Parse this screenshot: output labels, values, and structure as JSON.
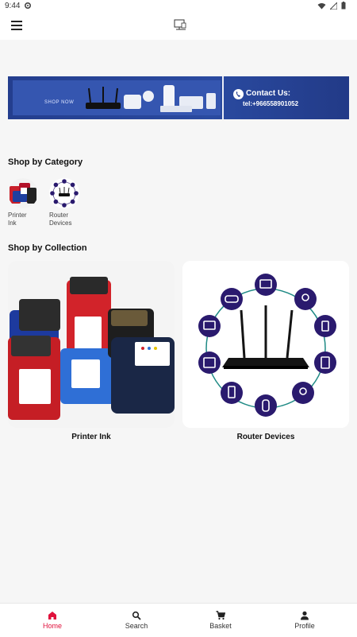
{
  "status": {
    "time": "9:44"
  },
  "banner": {
    "shop_now": "SHOP NOW",
    "contact": "Contact Us:",
    "tel": "tel:+966558901052"
  },
  "categories": {
    "title": "Shop by Category",
    "items": [
      {
        "label_line1": "Printer",
        "label_line2": "Ink"
      },
      {
        "label_line1": "Router",
        "label_line2": "Devices"
      }
    ]
  },
  "collections": {
    "title": "Shop by Collection",
    "items": [
      {
        "label": "Printer Ink"
      },
      {
        "label": "Router Devices"
      }
    ]
  },
  "bottom_nav": {
    "items": [
      {
        "label": "Home",
        "icon": "home-icon",
        "active": true
      },
      {
        "label": "Search",
        "icon": "search-icon"
      },
      {
        "label": "Basket",
        "icon": "cart-icon"
      },
      {
        "label": "Profile",
        "icon": "person-icon"
      }
    ]
  },
  "colors": {
    "accent": "#e0113c",
    "banner": "#2a4aa0",
    "router_icons": "#2a1a6e"
  }
}
